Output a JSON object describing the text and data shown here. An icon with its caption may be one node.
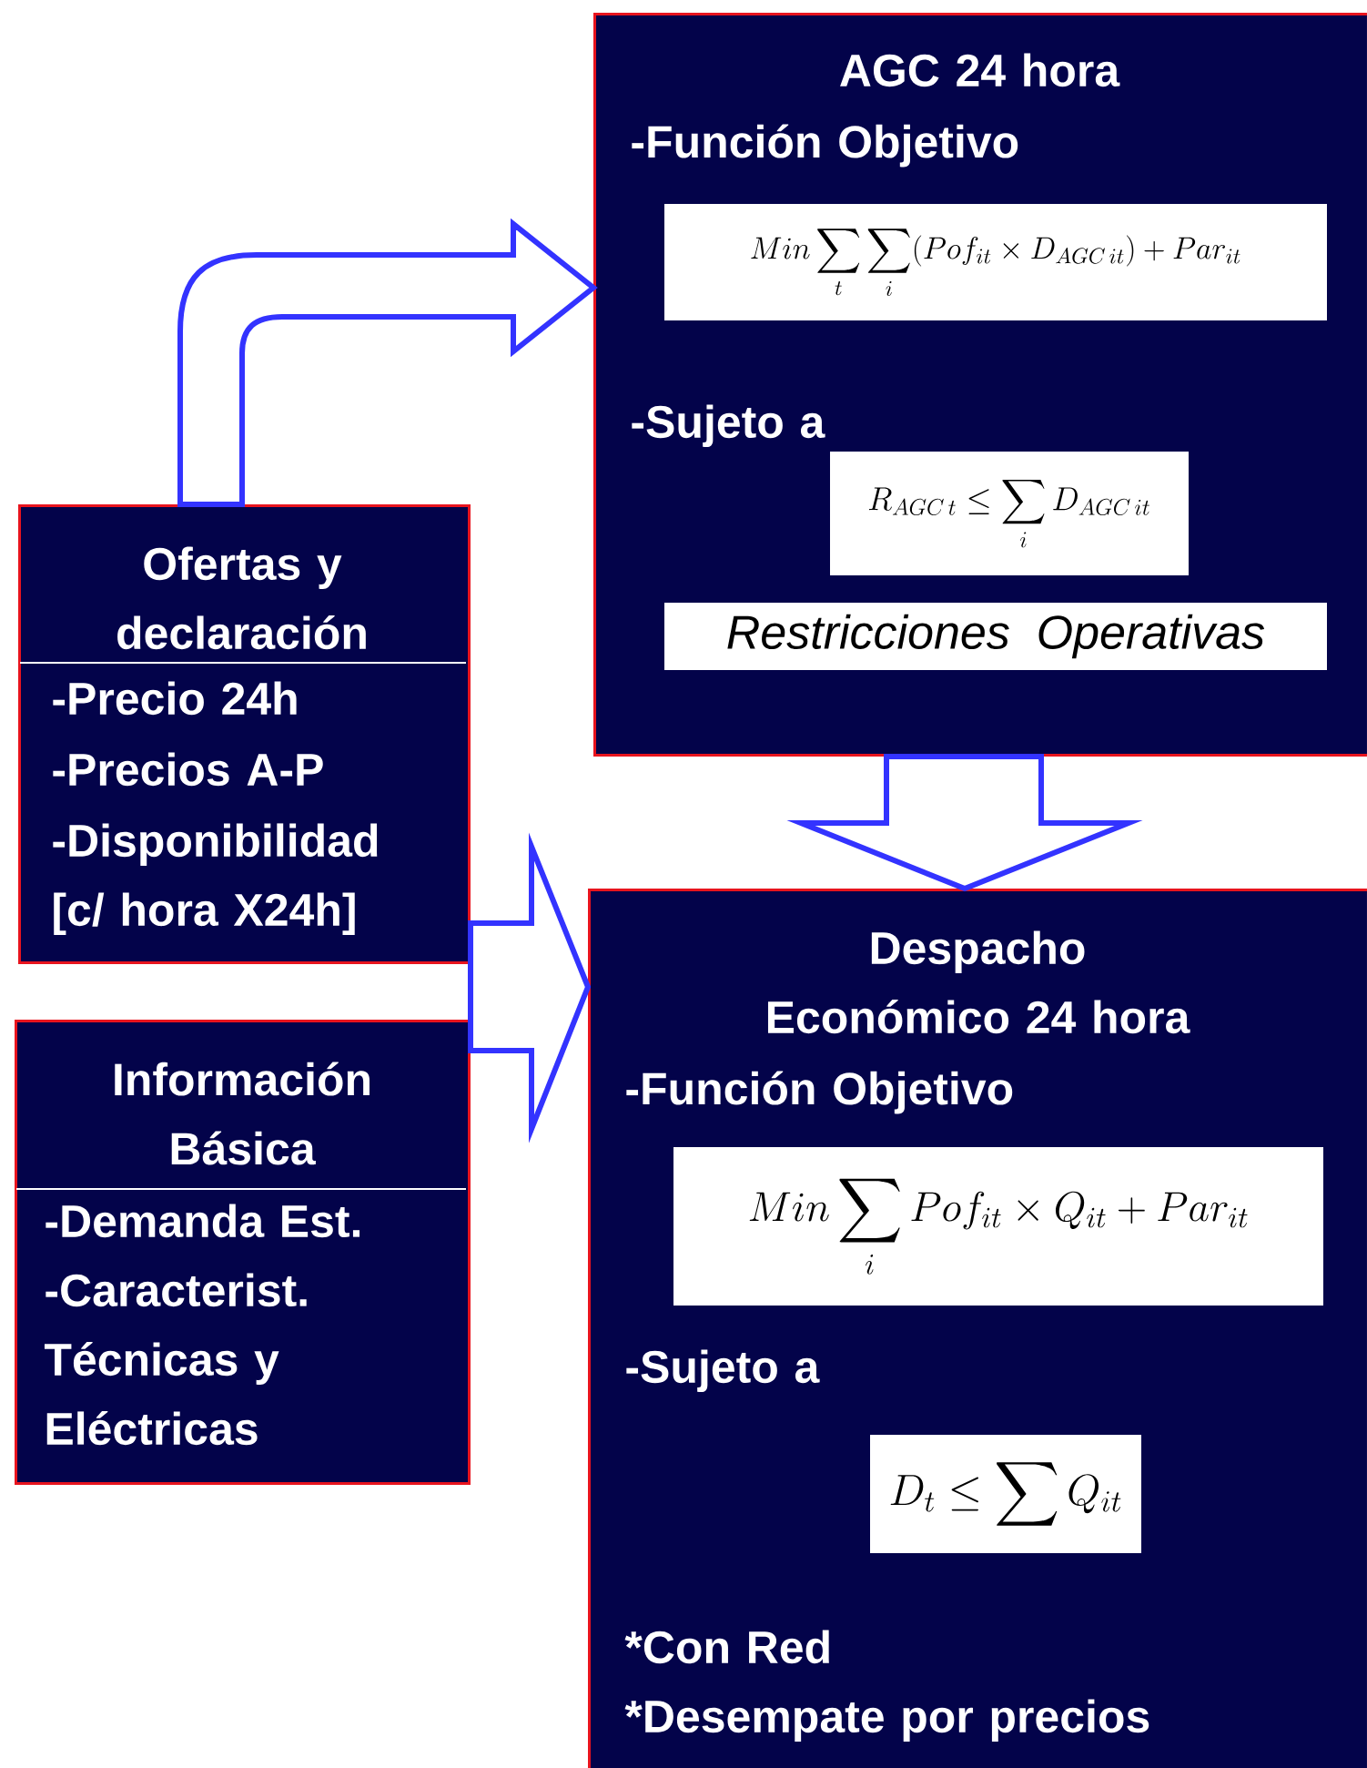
{
  "diagram": {
    "nodes": [
      {
        "text": [
          "Ofertas y declaración",
          "-Precio 24h",
          "-Precios A-P",
          "-Disponibilidad [c/ hora X24h]"
        ]
      },
      {
        "text": [
          "Información Básica",
          "-Demanda Est.",
          "-Caracterist. Técnicas y Eléctricas"
        ]
      },
      {
        "text": [
          "AGC 24 hora",
          "-Función Objetivo",
          "Min \\sum_{t}\\sum_{i}(Pof_{it} \\times D_{AGC\\,it}) + Par_{it}",
          "-Sujeto a",
          "R_{AGC\\,t} \\leq \\sum_{i} D_{AGC\\,it}",
          "\\mathit{Restricciones\\ \\ Operativas}"
        ]
      },
      {
        "text": [
          "Despacho Económico 24 hora",
          "-Función Objetivo",
          "Min \\sum_{i} Pof_{it} \\times Q_{it} + Par_{it}",
          "-Sujeto a",
          "D_{t} \\leq \\sum Q_{it}",
          "*Con Red",
          "*Desempate por precios"
        ]
      }
    ],
    "edges": [
      {
        "from": 0,
        "to": 2,
        "arrow": "to"
      },
      {
        "from": 0,
        "to": 3,
        "arrow": "to"
      },
      {
        "from": 1,
        "to": 3,
        "arrow": "to"
      },
      {
        "from": 2,
        "to": 3,
        "arrow": "to"
      }
    ]
  }
}
